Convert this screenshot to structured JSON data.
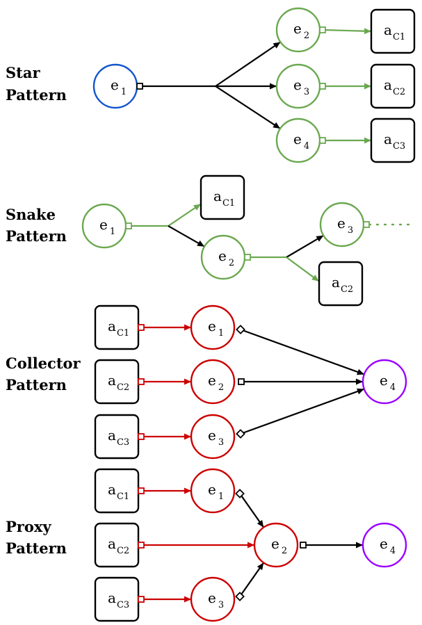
{
  "colors": {
    "black": "#000000",
    "green": "#6aa84f",
    "red": "#cc0000",
    "blue": "#1155cc",
    "purple": "#9900ff"
  },
  "patterns": [
    {
      "id": "star",
      "label": [
        "Star",
        "Pattern"
      ],
      "nodes": [
        {
          "id": "e1",
          "kind": "circle",
          "base": "e",
          "sub": "1",
          "color": "blue"
        },
        {
          "id": "e2",
          "kind": "circle",
          "base": "e",
          "sub": "2",
          "color": "green"
        },
        {
          "id": "e3",
          "kind": "circle",
          "base": "e",
          "sub": "3",
          "color": "green"
        },
        {
          "id": "e4",
          "kind": "circle",
          "base": "e",
          "sub": "4",
          "color": "green"
        },
        {
          "id": "aC1",
          "kind": "box",
          "base": "a",
          "sub": "C1",
          "color": "black"
        },
        {
          "id": "aC2",
          "kind": "box",
          "base": "a",
          "sub": "C2",
          "color": "black"
        },
        {
          "id": "aC3",
          "kind": "box",
          "base": "a",
          "sub": "C3",
          "color": "black"
        }
      ],
      "edges": [
        {
          "from": "e1",
          "to": "e2",
          "color": "black",
          "via": "fork"
        },
        {
          "from": "e1",
          "to": "e3",
          "color": "black",
          "via": "fork"
        },
        {
          "from": "e1",
          "to": "e4",
          "color": "black",
          "via": "fork"
        },
        {
          "from": "e2",
          "to": "aC1",
          "color": "green"
        },
        {
          "from": "e3",
          "to": "aC2",
          "color": "green"
        },
        {
          "from": "e4",
          "to": "aC3",
          "color": "green"
        }
      ]
    },
    {
      "id": "snake",
      "label": [
        "Snake",
        "Pattern"
      ],
      "nodes": [
        {
          "id": "e1",
          "kind": "circle",
          "base": "e",
          "sub": "1",
          "color": "green"
        },
        {
          "id": "aC1",
          "kind": "box",
          "base": "a",
          "sub": "C1",
          "color": "black"
        },
        {
          "id": "e2",
          "kind": "circle",
          "base": "e",
          "sub": "2",
          "color": "green"
        },
        {
          "id": "e3",
          "kind": "circle",
          "base": "e",
          "sub": "3",
          "color": "green"
        },
        {
          "id": "aC2",
          "kind": "box",
          "base": "a",
          "sub": "C2",
          "color": "black"
        }
      ],
      "edges": [
        {
          "from": "e1",
          "to": "aC1",
          "color": "green",
          "via": "fork"
        },
        {
          "from": "e1",
          "to": "e2",
          "color": "black",
          "via": "fork"
        },
        {
          "from": "e2",
          "to": "e3",
          "color": "black",
          "via": "fork"
        },
        {
          "from": "e2",
          "to": "aC2",
          "color": "green",
          "via": "fork"
        },
        {
          "from": "e3",
          "to": "continuation",
          "color": "green",
          "style": "dotted"
        }
      ]
    },
    {
      "id": "collector",
      "label": [
        "Collector",
        "Pattern"
      ],
      "nodes": [
        {
          "id": "aC1",
          "kind": "box",
          "base": "a",
          "sub": "C1",
          "color": "black"
        },
        {
          "id": "aC2",
          "kind": "box",
          "base": "a",
          "sub": "C2",
          "color": "black"
        },
        {
          "id": "aC3",
          "kind": "box",
          "base": "a",
          "sub": "C3",
          "color": "black"
        },
        {
          "id": "e1",
          "kind": "circle",
          "base": "e",
          "sub": "1",
          "color": "red"
        },
        {
          "id": "e2",
          "kind": "circle",
          "base": "e",
          "sub": "2",
          "color": "red"
        },
        {
          "id": "e3",
          "kind": "circle",
          "base": "e",
          "sub": "3",
          "color": "red"
        },
        {
          "id": "e4",
          "kind": "circle",
          "base": "e",
          "sub": "4",
          "color": "purple"
        }
      ],
      "edges": [
        {
          "from": "aC1",
          "to": "e1",
          "color": "red"
        },
        {
          "from": "aC2",
          "to": "e2",
          "color": "red"
        },
        {
          "from": "aC3",
          "to": "e3",
          "color": "red"
        },
        {
          "from": "e1",
          "to": "e4",
          "color": "black"
        },
        {
          "from": "e2",
          "to": "e4",
          "color": "black"
        },
        {
          "from": "e3",
          "to": "e4",
          "color": "black"
        }
      ]
    },
    {
      "id": "proxy",
      "label": [
        "Proxy",
        "Pattern"
      ],
      "nodes": [
        {
          "id": "aC1",
          "kind": "box",
          "base": "a",
          "sub": "C1",
          "color": "black"
        },
        {
          "id": "aC2",
          "kind": "box",
          "base": "a",
          "sub": "C2",
          "color": "black"
        },
        {
          "id": "aC3",
          "kind": "box",
          "base": "a",
          "sub": "C3",
          "color": "black"
        },
        {
          "id": "e1",
          "kind": "circle",
          "base": "e",
          "sub": "1",
          "color": "red"
        },
        {
          "id": "e2",
          "kind": "circle",
          "base": "e",
          "sub": "2",
          "color": "red"
        },
        {
          "id": "e3",
          "kind": "circle",
          "base": "e",
          "sub": "3",
          "color": "red"
        },
        {
          "id": "e4",
          "kind": "circle",
          "base": "e",
          "sub": "4",
          "color": "purple"
        }
      ],
      "edges": [
        {
          "from": "aC1",
          "to": "e1",
          "color": "red"
        },
        {
          "from": "aC2",
          "to": "e2",
          "color": "red"
        },
        {
          "from": "aC3",
          "to": "e3",
          "color": "red"
        },
        {
          "from": "e1",
          "to": "e2",
          "color": "black"
        },
        {
          "from": "e3",
          "to": "e2",
          "color": "black"
        },
        {
          "from": "e2",
          "to": "e4",
          "color": "black"
        }
      ]
    }
  ]
}
